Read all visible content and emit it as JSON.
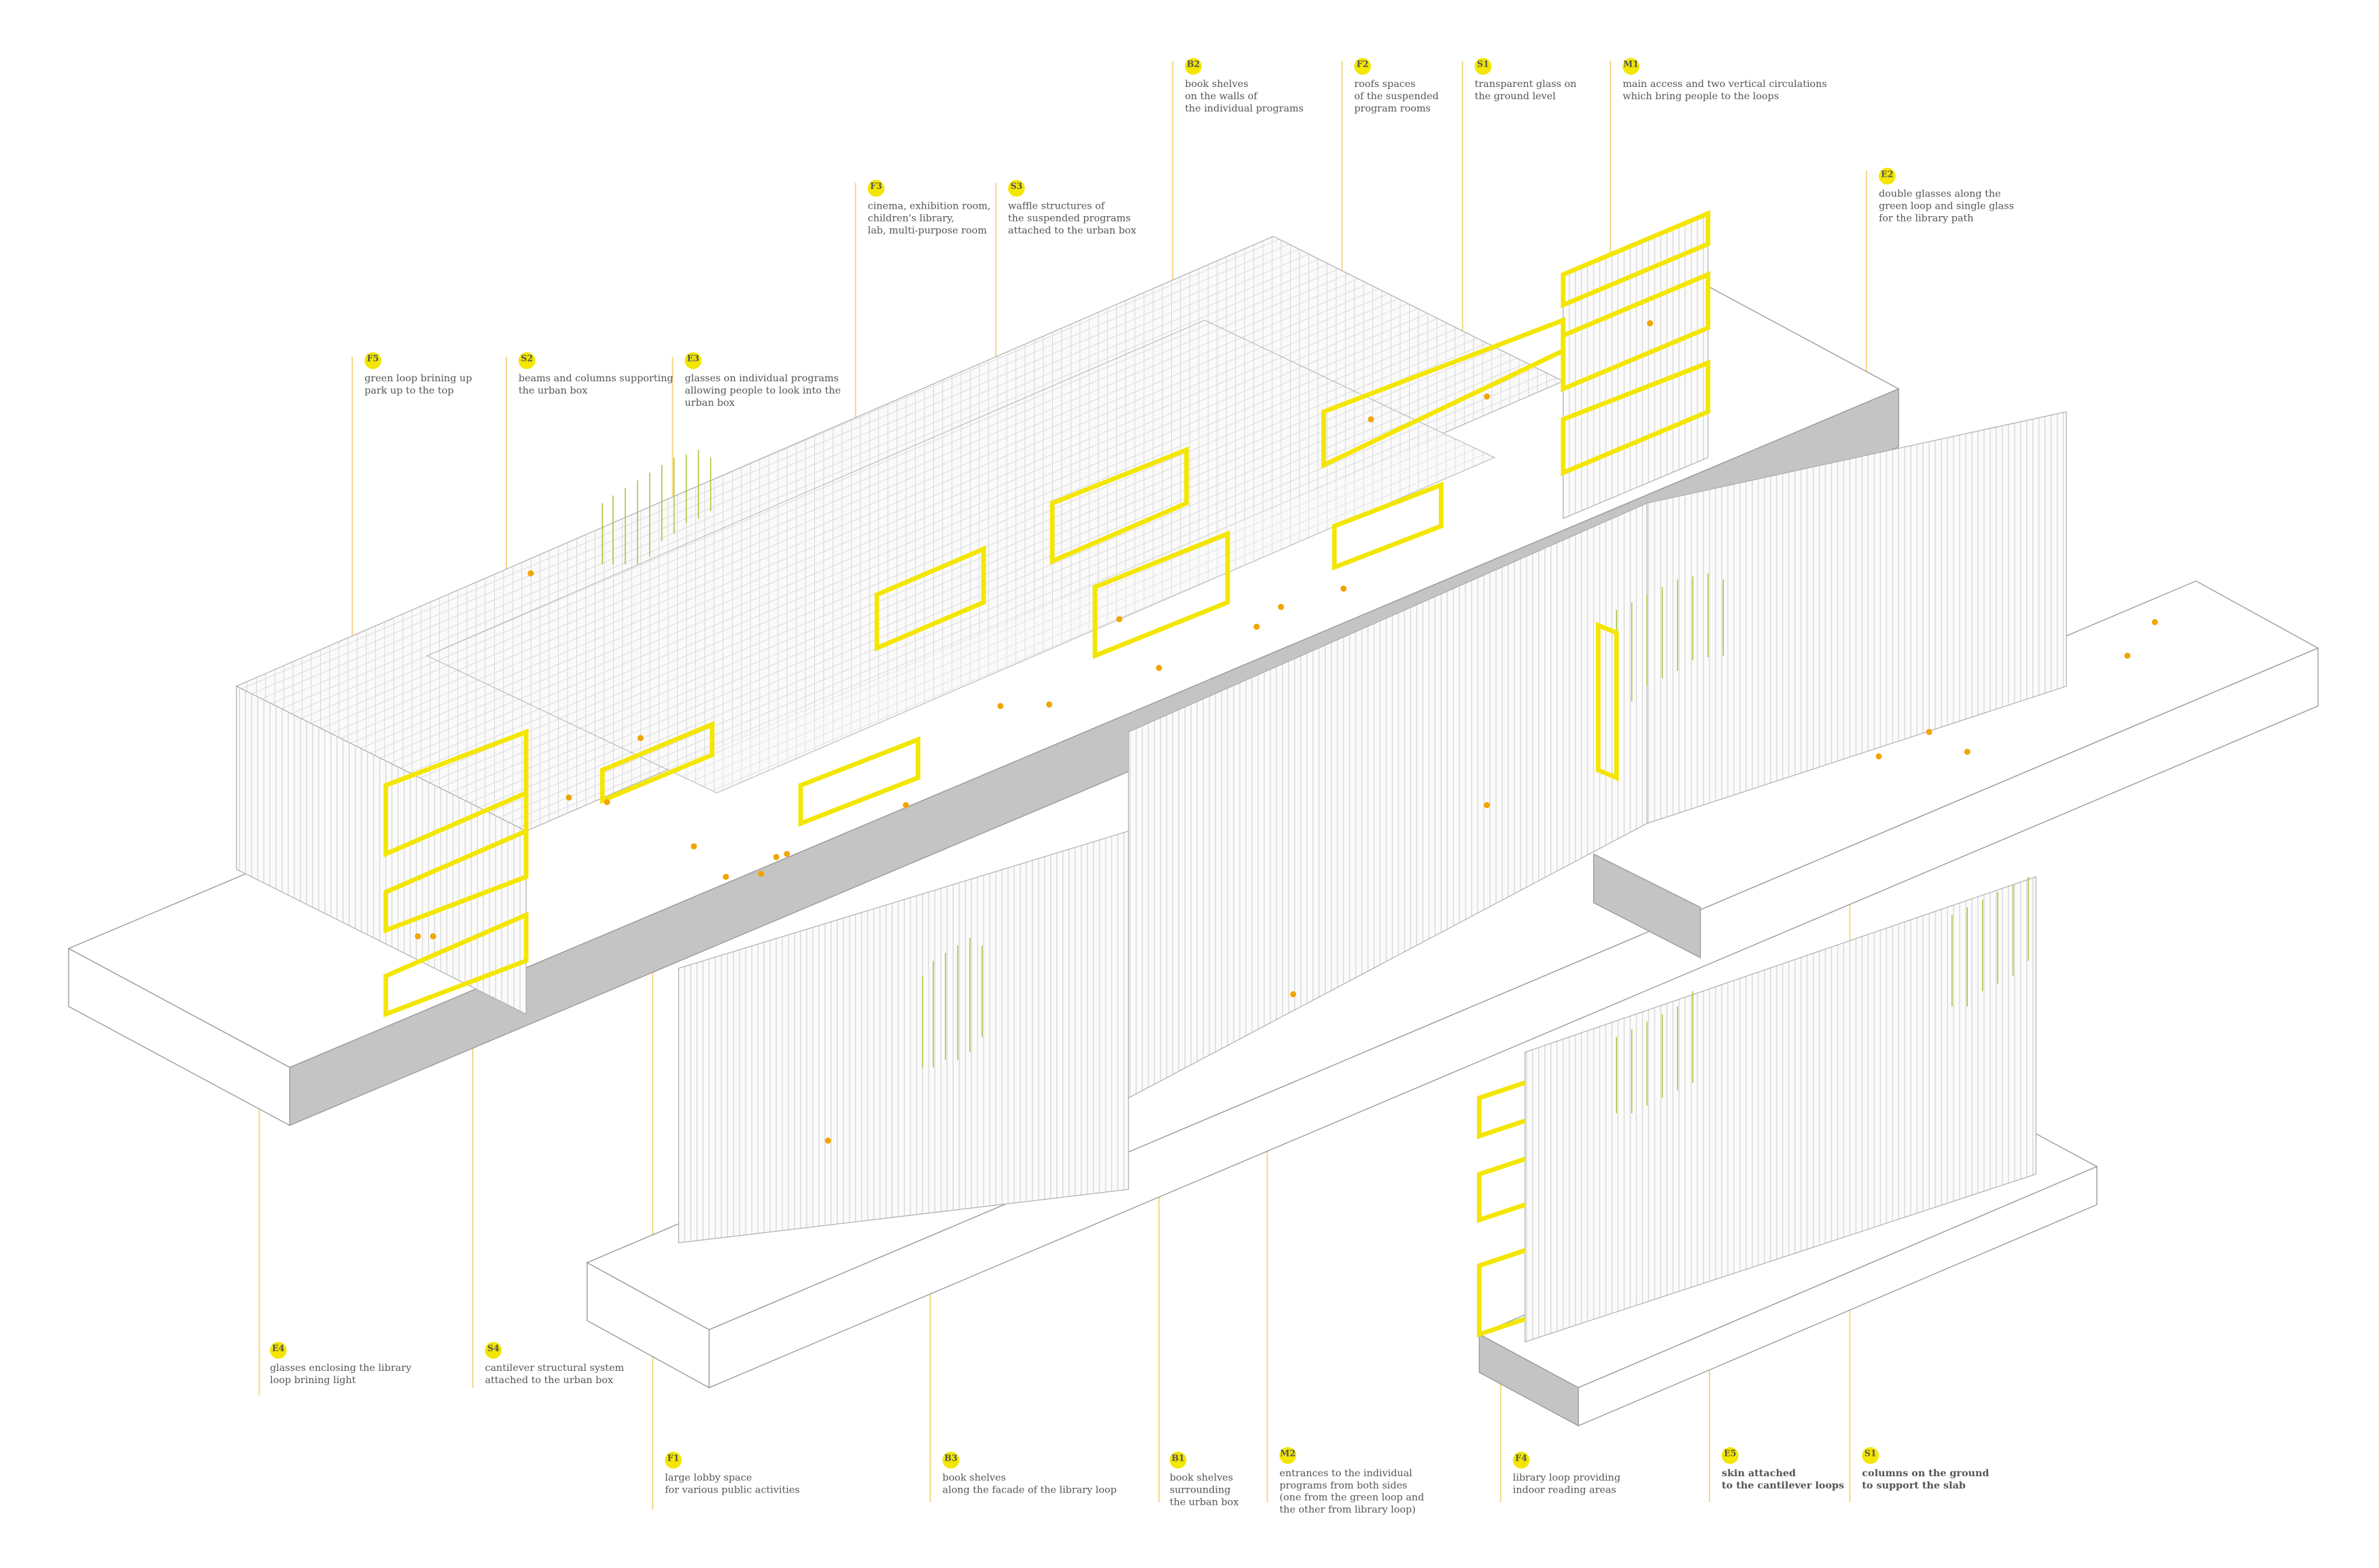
{
  "colors": {
    "accent": "#f3e600",
    "leader": "#f5d27a",
    "slab_side": "#c4c4c4",
    "people": "#f0a500",
    "green": "#a9c33b"
  },
  "annotations": [
    {
      "code": "B2",
      "text": "book shelves\non the walls of\nthe individual programs"
    },
    {
      "code": "F2",
      "text": "roofs spaces\nof the suspended\nprogram rooms"
    },
    {
      "code": "S1",
      "text": "transparent glass on\nthe ground level"
    },
    {
      "code": "M1",
      "text": "main access and two vertical circulations\nwhich bring people to the loops"
    },
    {
      "code": "F3",
      "text": "cinema, exhibition room,\nchildren's library,\nlab, multi-purpose room"
    },
    {
      "code": "S3",
      "text": "waffle structures of\nthe suspended programs\nattached to the urban box"
    },
    {
      "code": "E2",
      "text": "double glasses along the\ngreen loop and single glass\nfor the library path"
    },
    {
      "code": "F5",
      "text": "green loop brining up\npark up to the top"
    },
    {
      "code": "S2",
      "text": "beams and columns supporting\nthe urban box"
    },
    {
      "code": "E3",
      "text": "glasses on individual programs\nallowing people to look into the\nurban box"
    },
    {
      "code": "E4",
      "text": "glasses enclosing the library\nloop brining light"
    },
    {
      "code": "S4",
      "text": "cantilever structural system\nattached to the urban box"
    },
    {
      "code": "F1",
      "text": "large lobby space\nfor various public activities"
    },
    {
      "code": "B3",
      "text": "book shelves\nalong the facade of the library loop"
    },
    {
      "code": "B1",
      "text": "book shelves\nsurrounding\nthe urban box"
    },
    {
      "code": "M2",
      "text": "entrances to the individual\nprograms from both sides\n(one from the green loop and\nthe other from library loop)"
    },
    {
      "code": "F4",
      "text": "library loop providing\nindoor reading areas"
    },
    {
      "code": "E5",
      "text": "skin attached\nto the cantilever loops"
    },
    {
      "code": "S1",
      "text": "columns on the ground\nto support the slab"
    }
  ]
}
